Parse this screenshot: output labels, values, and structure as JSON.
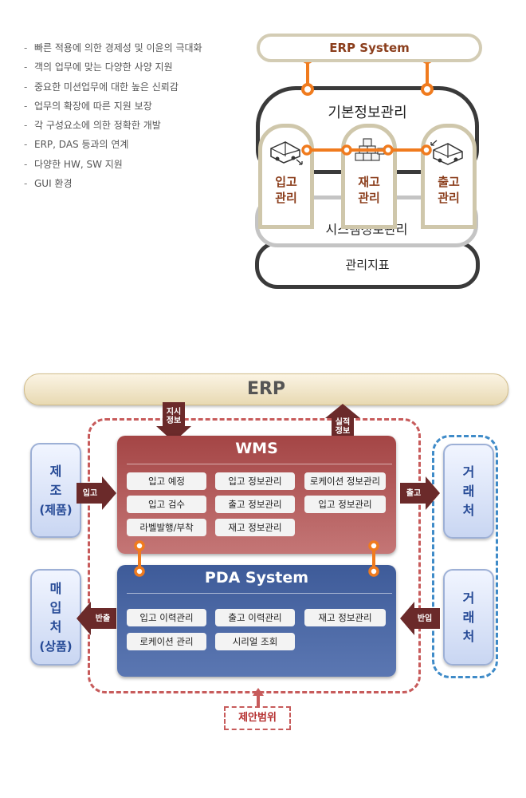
{
  "features": [
    "빠른 적용에 의한 경제성 및 이윤의 극대화",
    "객의 업무에 맞는 다양한 사양 지원",
    "중요한 미션업무에 대한 높은 신뢰감",
    "업무의 확장에 따른 지원 보장",
    "각 구성요소에 의한 정확한 개발",
    "ERP, DAS 등과의 연계",
    "다양한 HW, SW 지원",
    "GUI 환경"
  ],
  "feature_bullet": "-",
  "architecture": {
    "erp": "ERP System",
    "basic": "기본정보관리",
    "system": "시스템정보관리",
    "indicators": "관리지표",
    "modules": [
      {
        "label": "입고관리",
        "line1": "입고",
        "line2": "관리",
        "icon": "truck-in-icon"
      },
      {
        "label": "재고관리",
        "line1": "재고",
        "line2": "관리",
        "icon": "boxes-icon"
      },
      {
        "label": "출고관리",
        "line1": "출고",
        "line2": "관리",
        "icon": "truck-out-icon"
      }
    ],
    "colors": {
      "connector": "#f07b1e",
      "module_border": "#cfc7ab",
      "dark_ring": "#3a3a3a",
      "accent_text": "#8b3e1c"
    }
  },
  "flow": {
    "erp": "ERP",
    "instruction": {
      "line1": "지시",
      "line2": "정보"
    },
    "result": {
      "line1": "실적",
      "line2": "정보"
    },
    "inbound": "입고",
    "outbound": "출고",
    "carry_out": "반출",
    "carry_in": "반입",
    "manufacturing": {
      "line1": "제",
      "line2": "조",
      "line3": "(제품)"
    },
    "purchase": {
      "line1": "매",
      "line2": "입",
      "line3": "처",
      "line4": "(상품)"
    },
    "partner_top": {
      "line1": "거",
      "line2": "래",
      "line3": "처"
    },
    "partner_bottom": {
      "line1": "거",
      "line2": "래",
      "line3": "처"
    },
    "wms": {
      "title": "WMS",
      "items": [
        "입고 예정",
        "입고 정보관리",
        "로케이션 정보관리",
        "입고 검수",
        "출고 정보관리",
        "입고 정보관리",
        "라벨발행/부착",
        "재고 정보관리"
      ]
    },
    "pda": {
      "title": "PDA System",
      "items": [
        "입고 이력관리",
        "출고 이력관리",
        "재고 정보관리",
        "로케이션 관리",
        "시리얼 조회"
      ]
    },
    "scope": "제안범위",
    "colors": {
      "wms": "#a44545",
      "pda": "#3e5b99",
      "scope_border": "#c75b5b",
      "partner_border": "#3f8bc8",
      "side_text": "#264a96",
      "arrow": "#5a1a1a"
    }
  }
}
